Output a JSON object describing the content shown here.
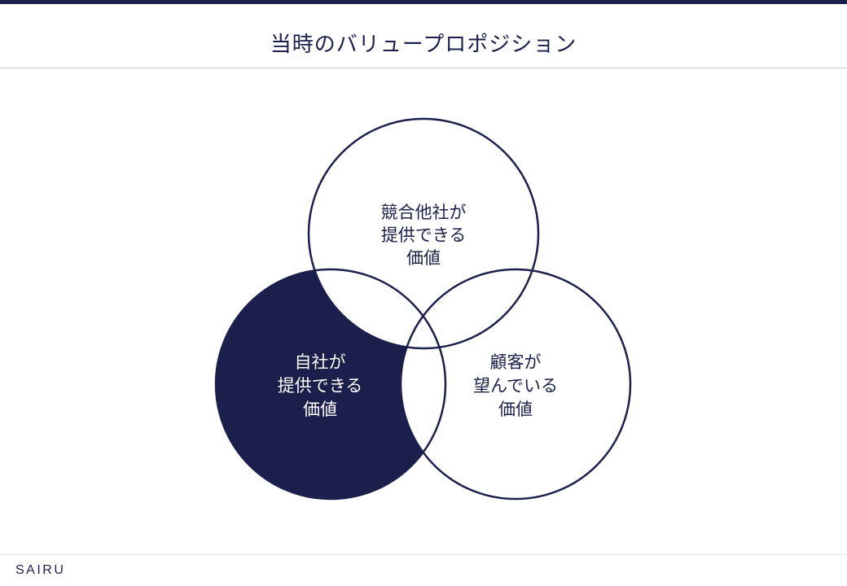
{
  "slide": {
    "title": "当時のバリュープロポジション"
  },
  "venn": {
    "circles": {
      "competitors": {
        "lines": [
          "競合他社が",
          "提供できる",
          "価値"
        ]
      },
      "company": {
        "lines": [
          "自社が",
          "提供できる",
          "価値"
        ]
      },
      "customer": {
        "lines": [
          "顧客が",
          "望んでいる",
          "価値"
        ]
      }
    },
    "highlighted": "company"
  },
  "footer": {
    "brand": "SAIRU"
  },
  "colors": {
    "navy": "#1b1f4b",
    "background": "#ffffff"
  }
}
